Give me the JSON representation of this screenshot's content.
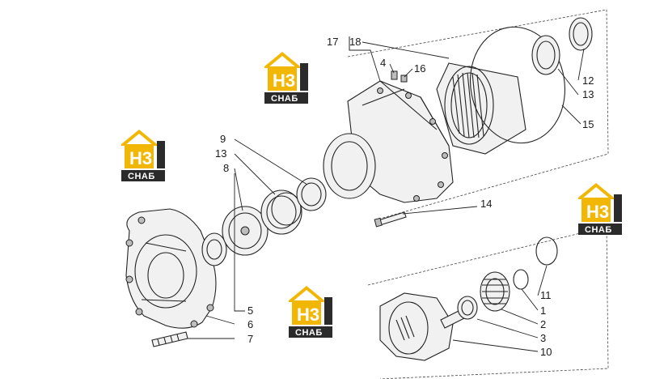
{
  "watermark": {
    "brand_top": "H3",
    "brand_bottom": "СНАБ",
    "colors": {
      "yellow": "#f2b705",
      "dark": "#2b2b2b"
    }
  },
  "callouts": [
    {
      "id": "17",
      "text": "17"
    },
    {
      "id": "18",
      "text": "18"
    },
    {
      "id": "4",
      "text": "4"
    },
    {
      "id": "16",
      "text": "16"
    },
    {
      "id": "12",
      "text": "12"
    },
    {
      "id": "13a",
      "text": "13"
    },
    {
      "id": "15",
      "text": "15"
    },
    {
      "id": "9",
      "text": "9"
    },
    {
      "id": "13b",
      "text": "13"
    },
    {
      "id": "8",
      "text": "8"
    },
    {
      "id": "14",
      "text": "14"
    },
    {
      "id": "11",
      "text": "11"
    },
    {
      "id": "1",
      "text": "1"
    },
    {
      "id": "2",
      "text": "2"
    },
    {
      "id": "3",
      "text": "3"
    },
    {
      "id": "10",
      "text": "10"
    },
    {
      "id": "5",
      "text": "5"
    },
    {
      "id": "6",
      "text": "6"
    },
    {
      "id": "7",
      "text": "7"
    }
  ]
}
